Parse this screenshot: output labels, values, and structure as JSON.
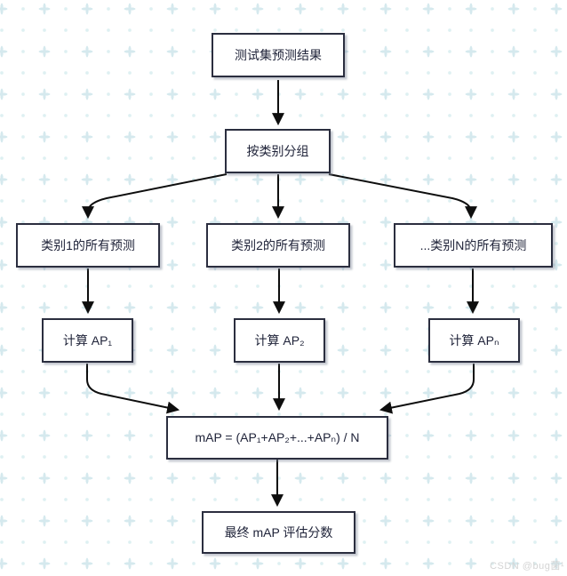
{
  "diagram": {
    "type": "flowchart",
    "nodes": [
      {
        "id": "test-predictions",
        "label": "测试集预测结果"
      },
      {
        "id": "group-by-class",
        "label": "按类别分组"
      },
      {
        "id": "class1-predictions",
        "label": "类别1的所有预测"
      },
      {
        "id": "class2-predictions",
        "label": "类别2的所有预测"
      },
      {
        "id": "classN-predictions",
        "label": "...类别N的所有预测"
      },
      {
        "id": "compute-ap1",
        "label": "计算 AP₁"
      },
      {
        "id": "compute-ap2",
        "label": "计算 AP₂"
      },
      {
        "id": "compute-apn",
        "label": "计算 APₙ"
      },
      {
        "id": "map-formula",
        "label": "mAP = (AP₁+AP₂+...+APₙ) / N"
      },
      {
        "id": "final-map-score",
        "label": "最终 mAP 评估分数"
      }
    ],
    "edges": [
      {
        "from": "test-predictions",
        "to": "group-by-class"
      },
      {
        "from": "group-by-class",
        "to": "class1-predictions"
      },
      {
        "from": "group-by-class",
        "to": "class2-predictions"
      },
      {
        "from": "group-by-class",
        "to": "classN-predictions"
      },
      {
        "from": "class1-predictions",
        "to": "compute-ap1"
      },
      {
        "from": "class2-predictions",
        "to": "compute-ap2"
      },
      {
        "from": "classN-predictions",
        "to": "compute-apn"
      },
      {
        "from": "compute-ap1",
        "to": "map-formula"
      },
      {
        "from": "compute-ap2",
        "to": "map-formula"
      },
      {
        "from": "compute-apn",
        "to": "map-formula"
      },
      {
        "from": "map-formula",
        "to": "final-map-score"
      }
    ]
  },
  "watermark": "CSDN @bug菌¹",
  "colors": {
    "node_border": "#2b2e3f",
    "node_fill": "#ffffff",
    "node_text": "#20243a",
    "arrow": "#0e0e0e",
    "pattern_plus": "#d5e9ee",
    "pattern_dot": "#def0f2",
    "watermark": "#d4d4d4"
  }
}
